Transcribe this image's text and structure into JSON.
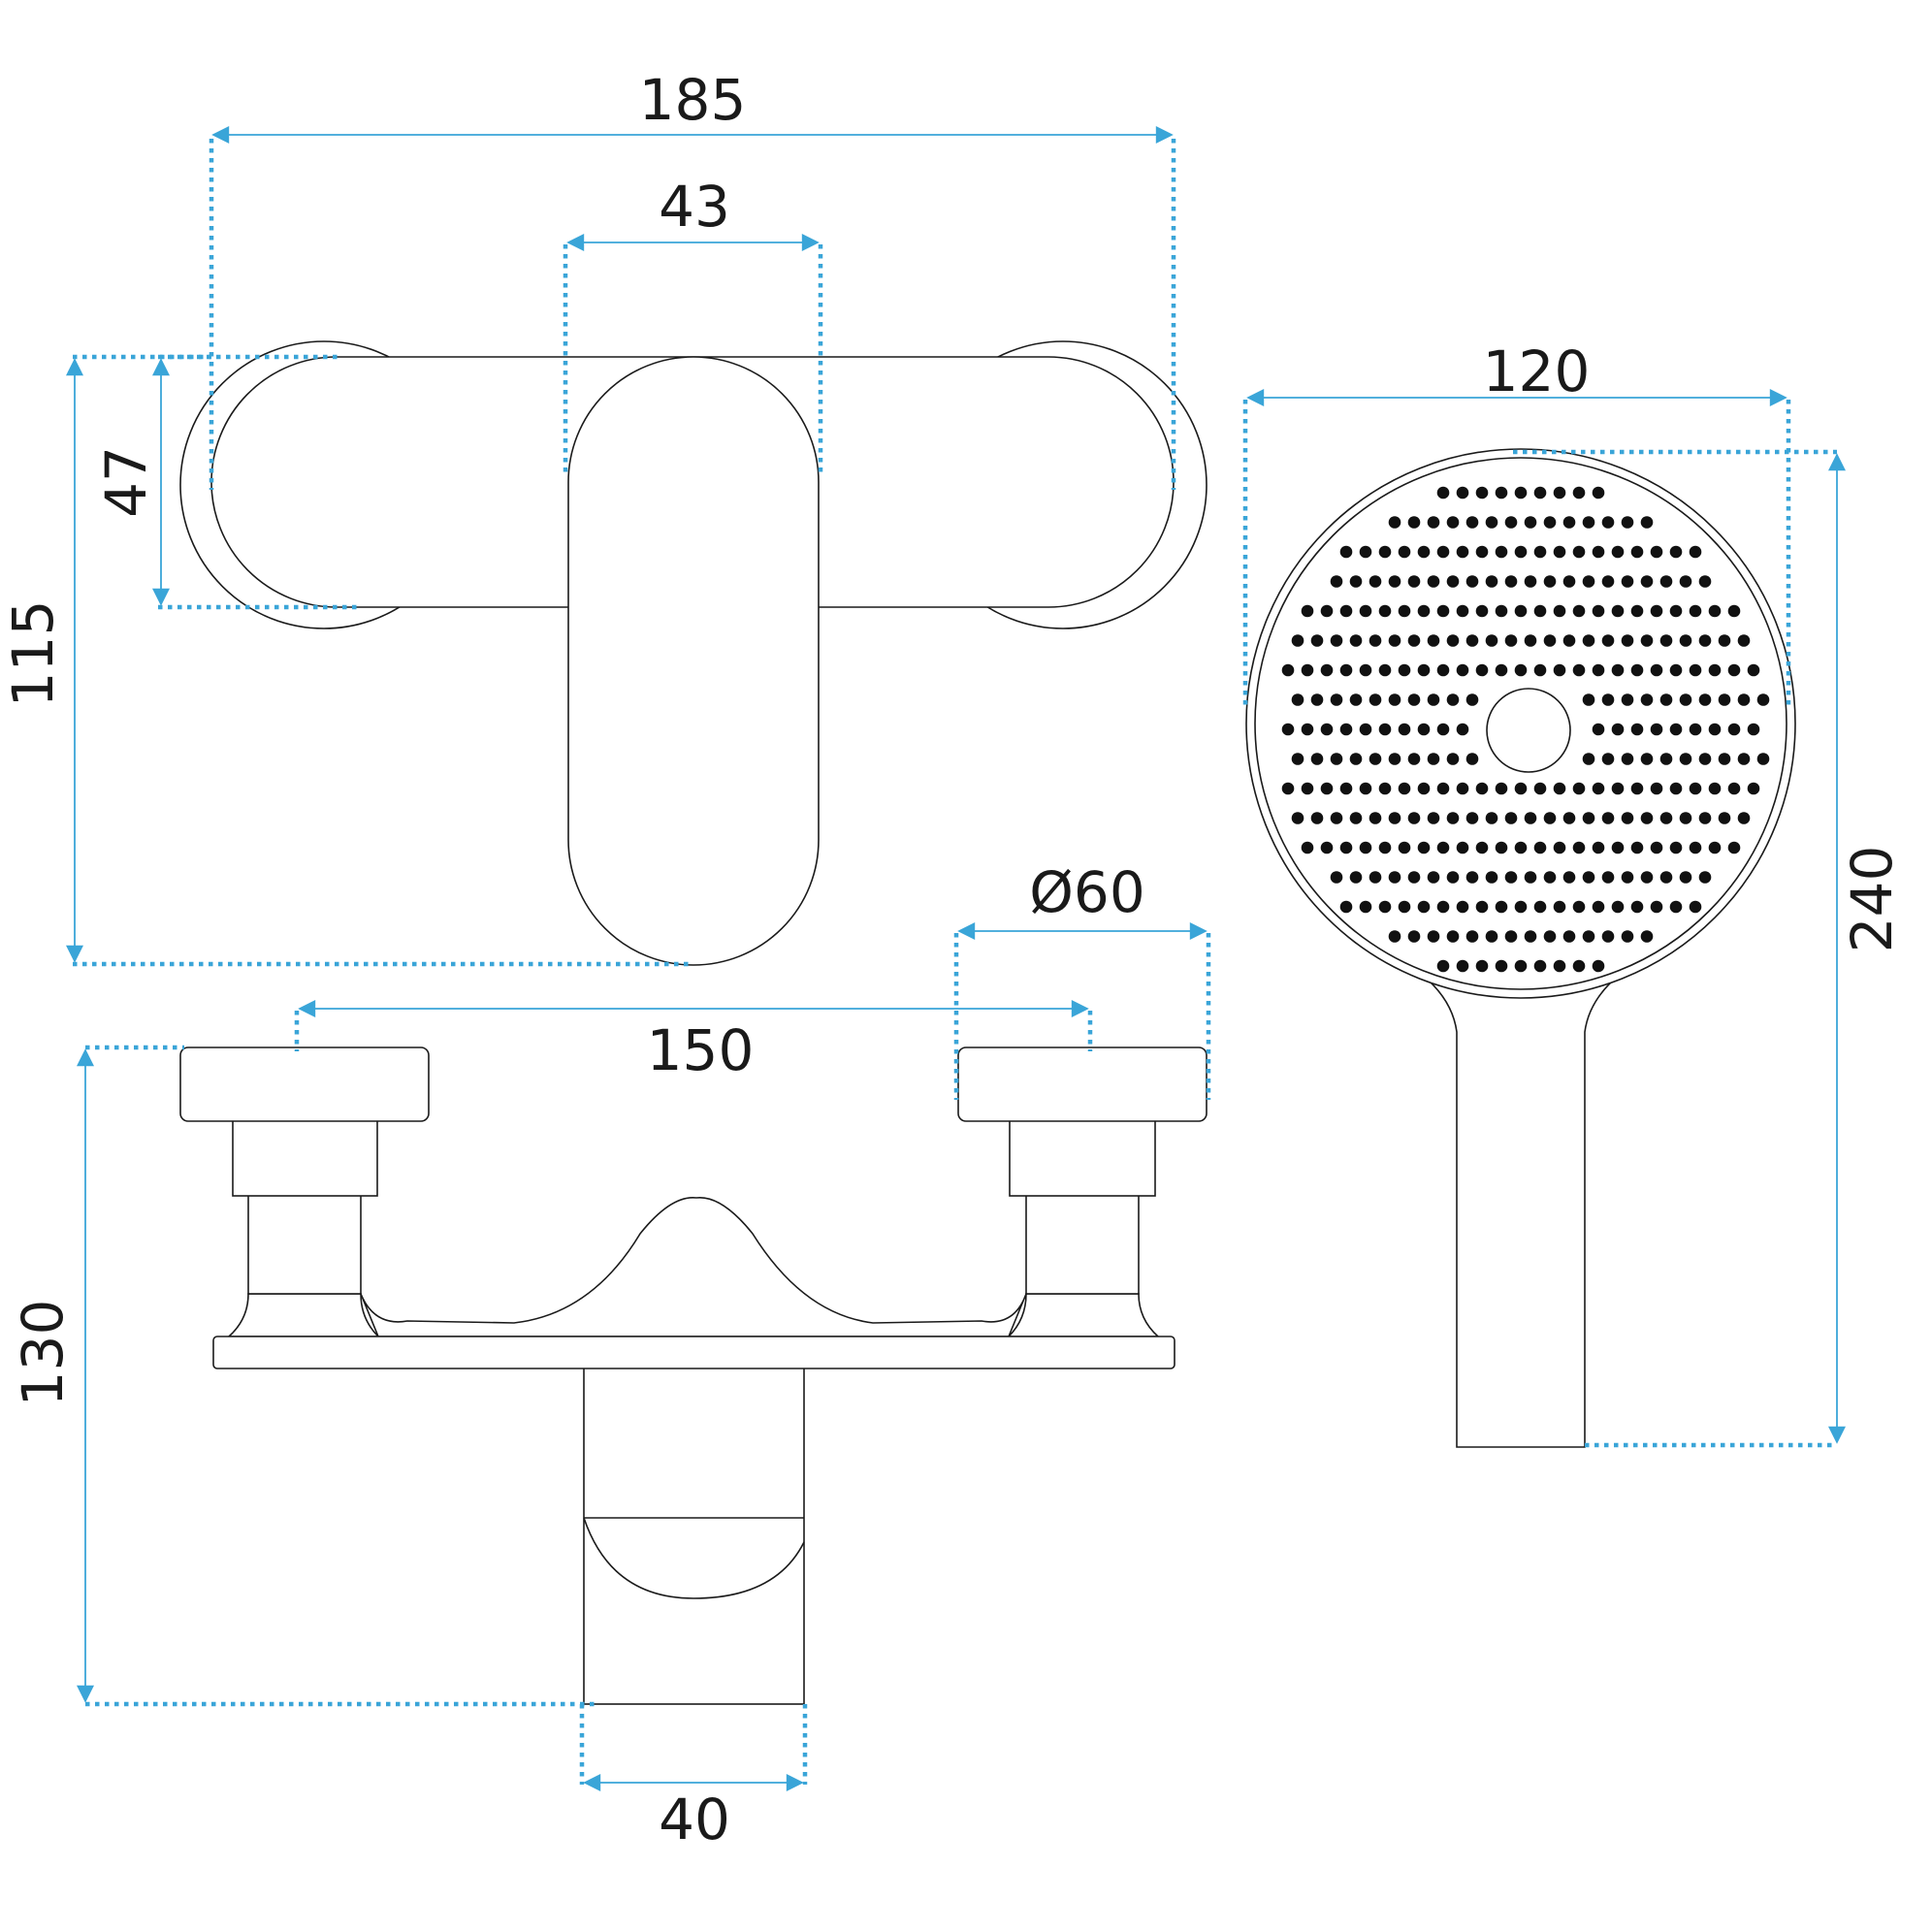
{
  "colors": {
    "dimension": "#3aa5d8",
    "outline": "#1a1a1a",
    "nozzle": "#111111",
    "background": "#ffffff"
  },
  "dimensions": {
    "overall_width": "185",
    "lever_width": "43",
    "body_height": "47",
    "top_view_depth": "115",
    "handle_spacing": "150",
    "handle_diameter": "Ø60",
    "front_height": "130",
    "spout_width": "40",
    "shower_head_diameter": "120",
    "shower_length": "240"
  }
}
